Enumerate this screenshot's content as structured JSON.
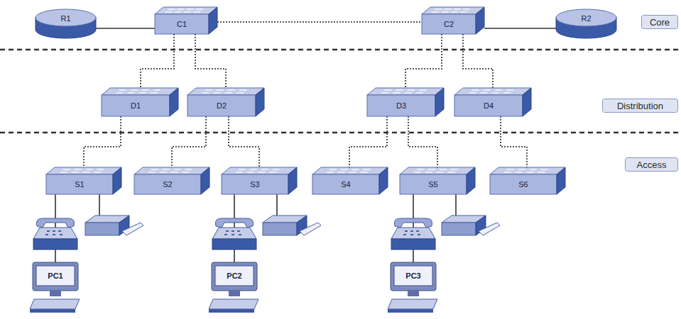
{
  "diagram": {
    "nodes": [
      {
        "text": [
          "R1"
        ]
      },
      {
        "text": [
          "C1"
        ]
      },
      {
        "text": [
          "C2"
        ]
      },
      {
        "text": [
          "R2"
        ]
      },
      {
        "text": [
          "Core"
        ]
      },
      {
        "text": [
          "D1"
        ]
      },
      {
        "text": [
          "D2"
        ]
      },
      {
        "text": [
          "D3"
        ]
      },
      {
        "text": [
          "D4"
        ]
      },
      {
        "text": [
          "Distribution"
        ]
      },
      {
        "text": [
          "S1"
        ]
      },
      {
        "text": [
          "S2"
        ]
      },
      {
        "text": [
          "S3"
        ]
      },
      {
        "text": [
          "S4"
        ]
      },
      {
        "text": [
          "S5"
        ]
      },
      {
        "text": [
          "S6"
        ]
      },
      {
        "text": [
          "Access"
        ]
      },
      {
        "text": [
          "PC1"
        ]
      },
      {
        "text": [
          "PC2"
        ]
      },
      {
        "text": [
          "PC3"
        ]
      }
    ],
    "edges": [
      {
        "from": 0,
        "to": 1,
        "arrow": "none"
      },
      {
        "from": 1,
        "to": 2,
        "arrow": "none"
      },
      {
        "from": 2,
        "to": 3,
        "arrow": "none"
      },
      {
        "from": 1,
        "to": 5,
        "arrow": "none"
      },
      {
        "from": 1,
        "to": 6,
        "arrow": "none"
      },
      {
        "from": 2,
        "to": 7,
        "arrow": "none"
      },
      {
        "from": 2,
        "to": 8,
        "arrow": "none"
      },
      {
        "from": 5,
        "to": 10,
        "arrow": "none"
      },
      {
        "from": 6,
        "to": 11,
        "arrow": "none"
      },
      {
        "from": 6,
        "to": 12,
        "arrow": "none"
      },
      {
        "from": 7,
        "to": 13,
        "arrow": "none"
      },
      {
        "from": 7,
        "to": 14,
        "arrow": "none"
      },
      {
        "from": 8,
        "to": 15,
        "arrow": "none"
      },
      {
        "from": 10,
        "to": 17,
        "arrow": "none"
      },
      {
        "from": 12,
        "to": 18,
        "arrow": "none"
      },
      {
        "from": 14,
        "to": 19,
        "arrow": "none"
      }
    ]
  }
}
